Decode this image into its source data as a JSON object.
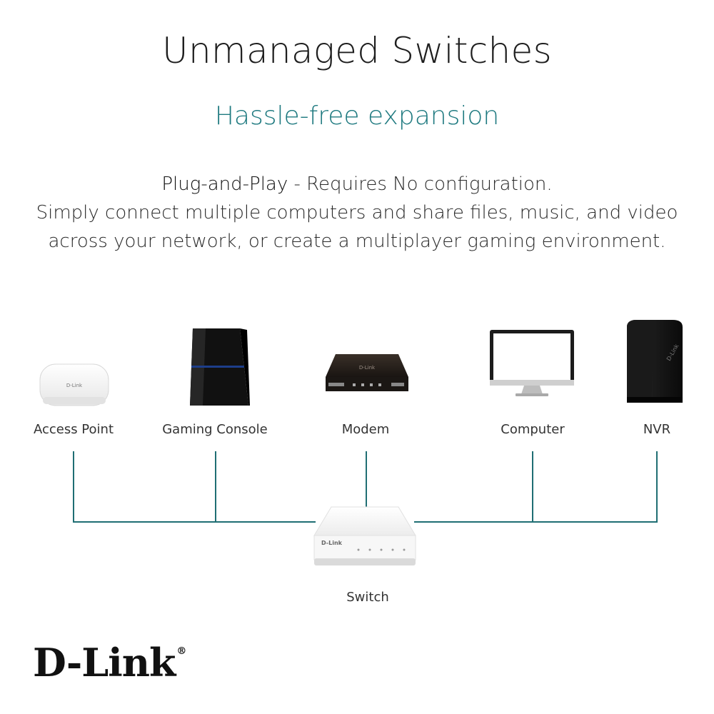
{
  "header": {
    "title": "Unmanaged Switches",
    "subtitle": "Hassle-free expansion"
  },
  "description": {
    "lead": "Plug-and-Play",
    "lead_rest": " - Requires No configuration.",
    "line2": "Simply connect multiple computers and share files, music, and video",
    "line3": "across your network, or create a multiplayer gaming environment."
  },
  "devices": {
    "access_point": "Access Point",
    "gaming_console": "Gaming Console",
    "modem": "Modem",
    "computer": "Computer",
    "nvr": "NVR",
    "switch": "Switch"
  },
  "brand": {
    "logo_text": "D-Link",
    "registered_mark": "®",
    "device_mark": "D-Link"
  },
  "colors": {
    "accent": "#1f7a80",
    "connector_line": "#1f6e73"
  }
}
